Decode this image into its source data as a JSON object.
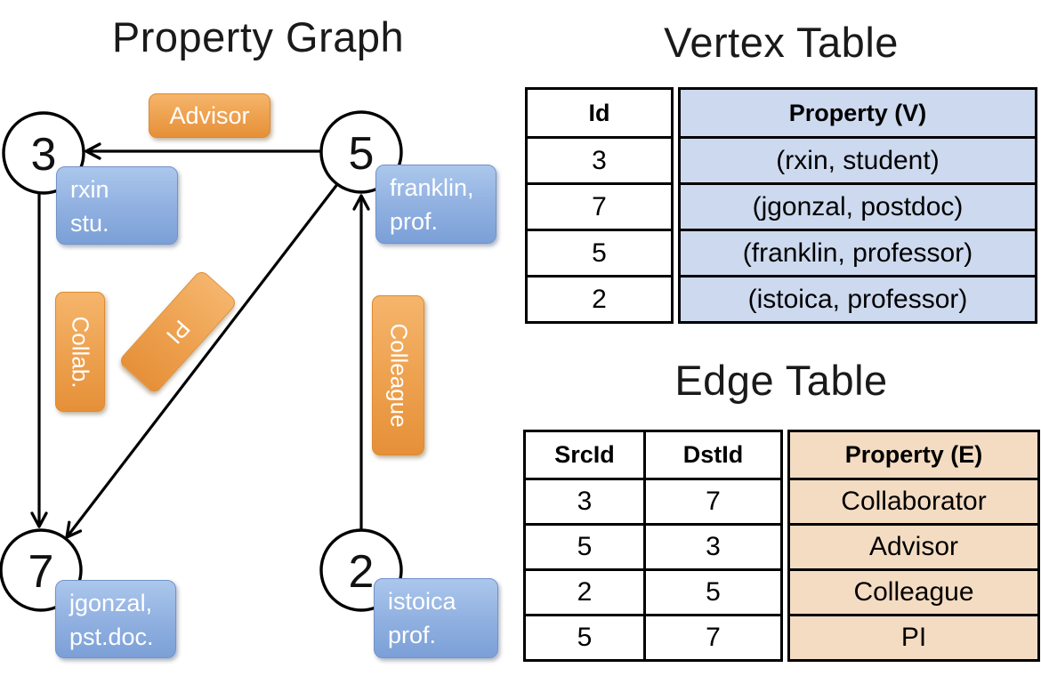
{
  "titles": {
    "graph": "Property Graph",
    "vertex_table": "Vertex Table",
    "edge_table": "Edge Table"
  },
  "graph": {
    "nodes": [
      {
        "id": "3",
        "property_line1": "rxin",
        "property_line2": "stu."
      },
      {
        "id": "5",
        "property_line1": "franklin,",
        "property_line2": "prof."
      },
      {
        "id": "7",
        "property_line1": "jgonzal,",
        "property_line2": "pst.doc."
      },
      {
        "id": "2",
        "property_line1": "istoica",
        "property_line2": "prof."
      }
    ],
    "edge_labels": {
      "advisor": "Advisor",
      "collab": "Collab.",
      "pi": "PI",
      "colleague": "Colleague"
    }
  },
  "vertex_table": {
    "columns": [
      "Id",
      "Property (V)"
    ],
    "rows": [
      [
        "3",
        "(rxin, student)"
      ],
      [
        "7",
        "(jgonzal, postdoc)"
      ],
      [
        "5",
        "(franklin, professor)"
      ],
      [
        "2",
        "(istoica, professor)"
      ]
    ]
  },
  "edge_table": {
    "columns": [
      "SrcId",
      "DstId",
      "Property (E)"
    ],
    "rows": [
      [
        "3",
        "7",
        "Collaborator"
      ],
      [
        "5",
        "3",
        "Advisor"
      ],
      [
        "2",
        "5",
        "Colleague"
      ],
      [
        "5",
        "7",
        "PI"
      ]
    ]
  },
  "colors": {
    "edge_label_fill": "#eda04d",
    "vertex_label_fill": "#8fafe0",
    "vertex_table_cell_fill": "#cdd9ee",
    "edge_table_cell_fill": "#f4dcc2",
    "line_color": "#000000"
  }
}
